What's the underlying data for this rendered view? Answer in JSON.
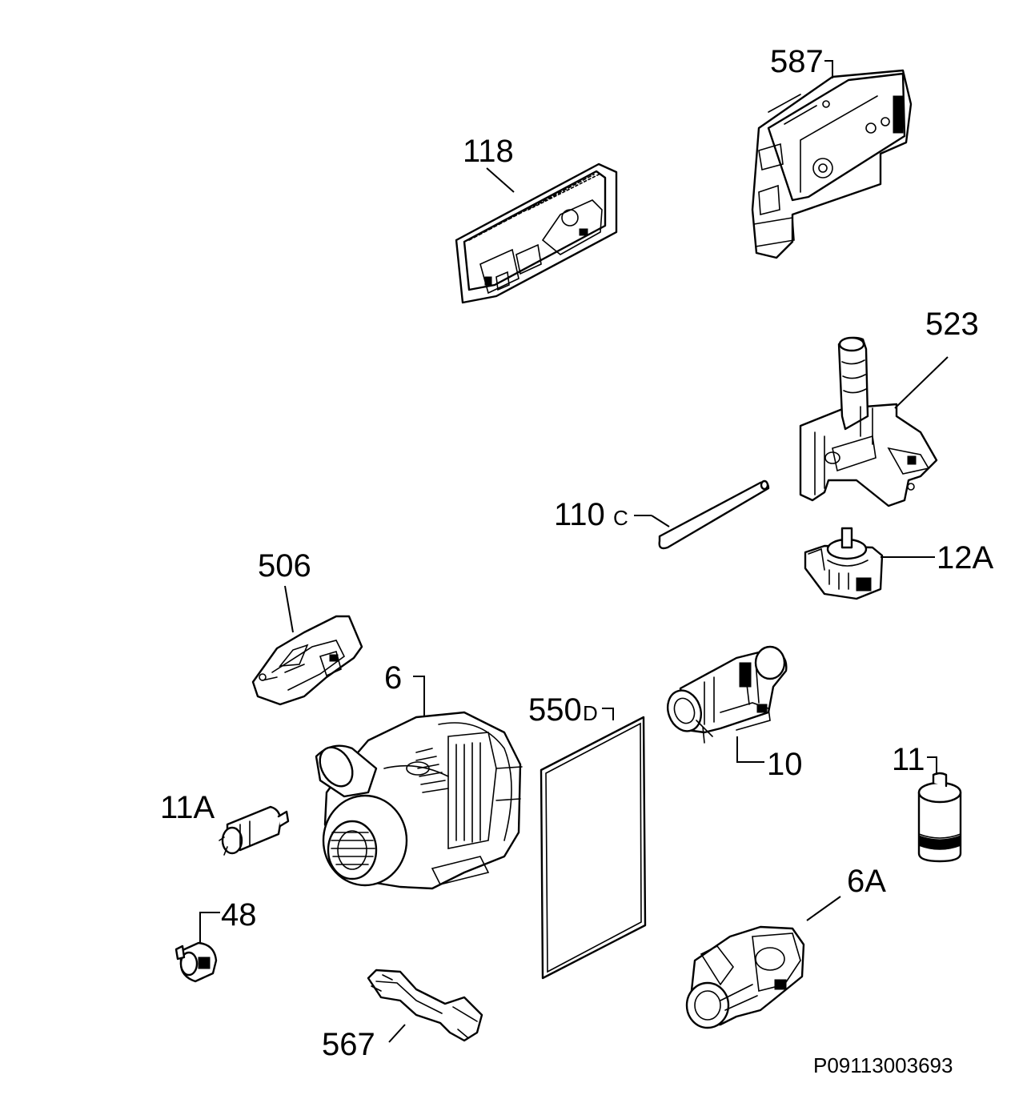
{
  "labels": {
    "l118": "118",
    "l587": "587",
    "l523": "523",
    "l110": "110",
    "l110s": "C",
    "l12a": "12A",
    "l506": "506",
    "l6": "6",
    "l550": "550",
    "l550s": "D",
    "l10": "10",
    "l11": "11",
    "l11a": "11A",
    "l6a": "6A",
    "l48": "48",
    "l567": "567"
  },
  "drawing_code": "P09113003693"
}
